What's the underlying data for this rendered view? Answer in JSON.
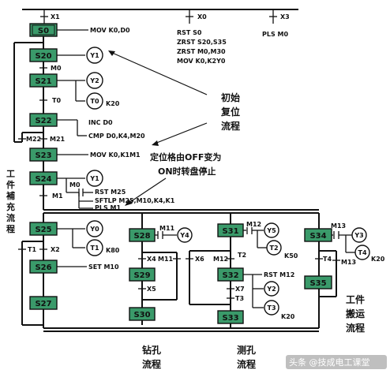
{
  "top_conditions": {
    "x1": "X1",
    "x0": "X0",
    "x3": "X3"
  },
  "top_actions": {
    "x0_actions": [
      "RST S0",
      "ZRST S20,S35",
      "ZRST M0,M30",
      "MOV K0,K2Y0"
    ],
    "x3_action": "PLS M0"
  },
  "steps": {
    "s0": "S0",
    "s20": "S20",
    "s21": "S21",
    "s22": "S22",
    "s23": "S23",
    "s24": "S24",
    "s25": "S25",
    "s26": "S26",
    "s27": "S27",
    "s28": "S28",
    "s29": "S29",
    "s30": "S30",
    "s31": "S31",
    "s32": "S32",
    "s33": "S33",
    "s34": "S34",
    "s35": "S35"
  },
  "actions": {
    "s0": "MOV K0,D0",
    "s20_coil": "Y1",
    "s21_coil_y2": "Y2",
    "s21_coil_t0": "T0",
    "s21_t0_const": "K20",
    "s22_inc": "INC D0",
    "s22_cmp": "CMP D0,K4,M20",
    "s23": "MOV K0,K1M1",
    "s24_coil": "Y1",
    "s24_m0": "M0",
    "s24_rst": "RST M25",
    "s24_sftlp": "SFTLP M25,M10,K4,K1",
    "s24_pls": "PLS M1",
    "s25_coil_y0": "Y0",
    "s25_coil_t1": "T1",
    "s25_t1_const": "K80",
    "s26": "SET M10",
    "s28_m11": "M11",
    "s28_coil": "Y4",
    "s31_m12": "M12",
    "s31_coil_y5": "Y5",
    "s31_coil_t2": "T2",
    "s31_t2_const": "K50",
    "s32_rst": "RST M12",
    "s32_coil_y2": "Y2",
    "s32_coil_t3": "T3",
    "s32_t3_const": "K20",
    "s34_m13": "M13",
    "s34_coil_y3": "Y3",
    "s34_coil_t4": "T4",
    "s34_t4_const": "K20"
  },
  "transitions": {
    "m0": "M0",
    "t0": "T0",
    "m22": "M22",
    "m21": "M21",
    "m1": "M1",
    "t1": "T1",
    "x2": "X2",
    "x4": "X4",
    "m11": "M11",
    "x6": "X6",
    "m12": "M12",
    "t2": "T2",
    "x5": "X5",
    "x7": "X7",
    "t3": "T3",
    "t4": "T4",
    "m13": "M13"
  },
  "notes": {
    "init_reset": [
      "初始",
      "复位",
      "流程"
    ],
    "turntable_stop": [
      "定位格由OFF变为",
      "ON时转盘停止"
    ],
    "workpiece_supply": [
      "工",
      "件",
      "補",
      "充",
      "流",
      "程"
    ],
    "workpiece_transport": [
      "工件",
      "搬运",
      "流程"
    ],
    "drilling": [
      "钻孔",
      "流程"
    ],
    "measuring": [
      "测孔",
      "流程"
    ]
  },
  "watermark": "头条 @技成电工课堂"
}
